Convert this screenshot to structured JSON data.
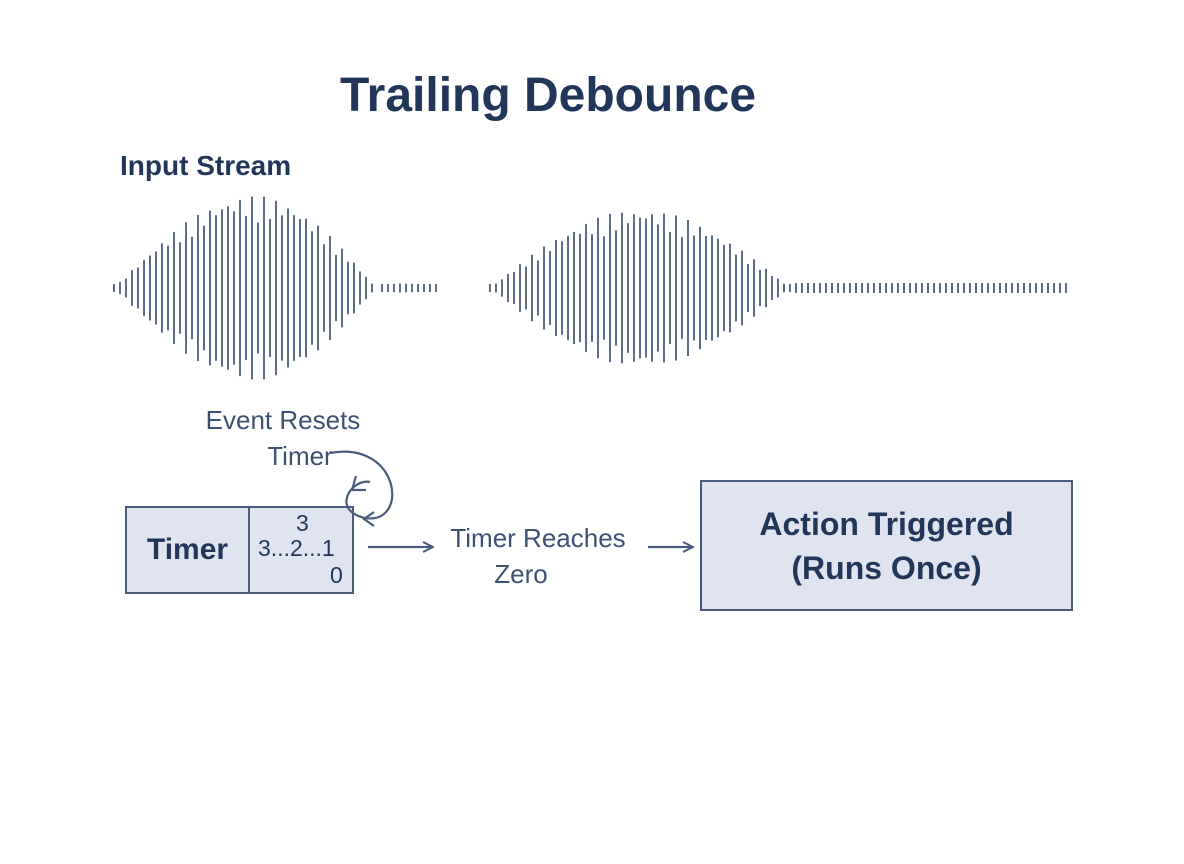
{
  "title": "Trailing Debounce",
  "input_stream": {
    "label": "Input Stream"
  },
  "annotations": {
    "reset_line1": "Event Resets",
    "reset_line2": "Timer",
    "reaches_line1": "Timer Reaches",
    "reaches_line2": "Zero"
  },
  "timer": {
    "label": "Timer",
    "count_top": "3",
    "count_middle": "3...2...1",
    "count_bottom": "0"
  },
  "action": {
    "line1": "Action Triggered",
    "line2": "(Runs Once)"
  },
  "colors": {
    "text_dark": "#22365a",
    "stroke": "#4a5b7e",
    "box_fill": "#e0e4f0",
    "waveform": "#5d6c8c"
  }
}
